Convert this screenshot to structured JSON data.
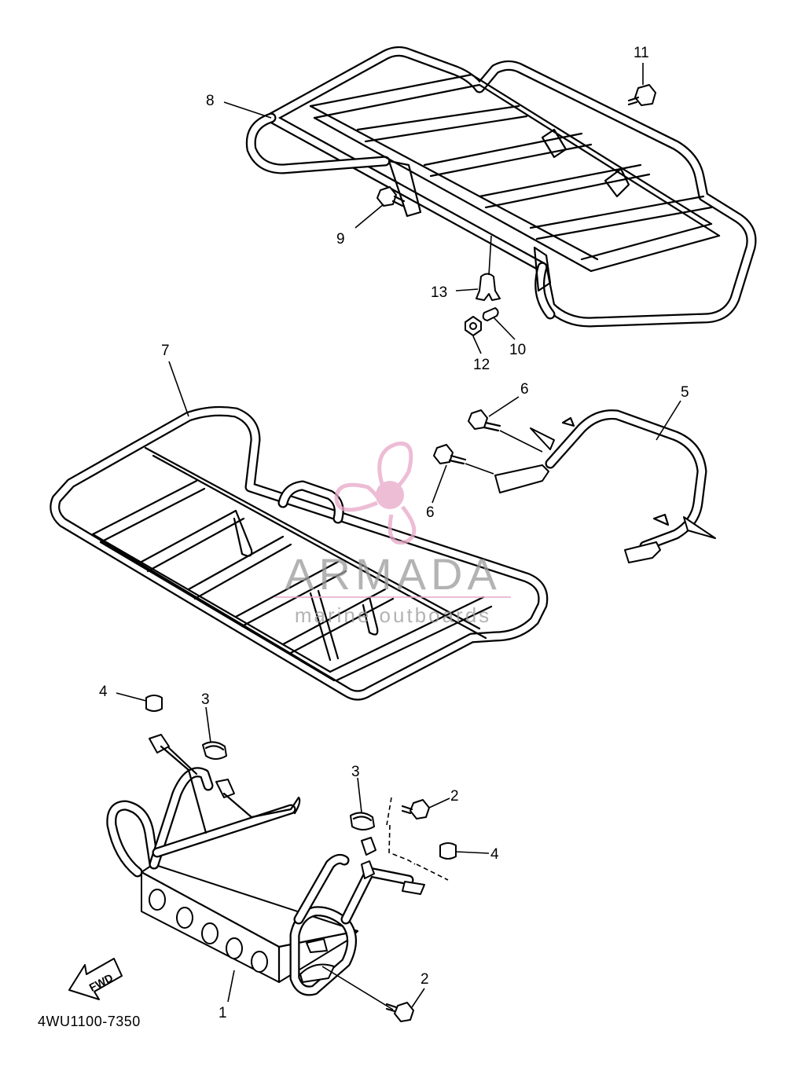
{
  "diagram": {
    "part_code": "4WU1100-7350",
    "fwd_label": "FWD",
    "watermark": {
      "brand": "ARMADA",
      "tagline": "marine outboards"
    },
    "callouts": {
      "c1": "1",
      "c2a": "2",
      "c2b": "2",
      "c3a": "3",
      "c3b": "3",
      "c4a": "4",
      "c4b": "4",
      "c5": "5",
      "c6a": "6",
      "c6b": "6",
      "c7": "7",
      "c8": "8",
      "c9": "9",
      "c10": "10",
      "c11": "11",
      "c12": "12",
      "c13": "13"
    }
  },
  "colors": {
    "line": "#000000",
    "background": "#ffffff",
    "watermark_pink": "#e8a6c7",
    "watermark_gray": "#9a9a9a"
  }
}
